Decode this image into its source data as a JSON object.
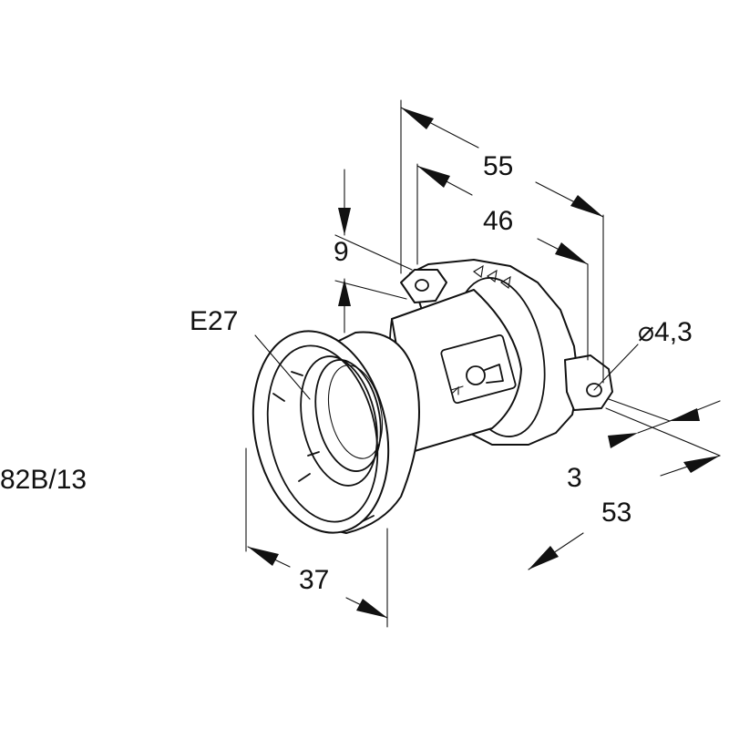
{
  "drawing": {
    "part_number": "82B/13",
    "thread_label": "E27",
    "dimensions": {
      "overall_length": "55",
      "flange_spacing": "46",
      "flange_height": "9",
      "hole_diameter": "⌀4,3",
      "flange_thickness": "3",
      "flange_width": "53",
      "front_diameter": "37"
    }
  }
}
